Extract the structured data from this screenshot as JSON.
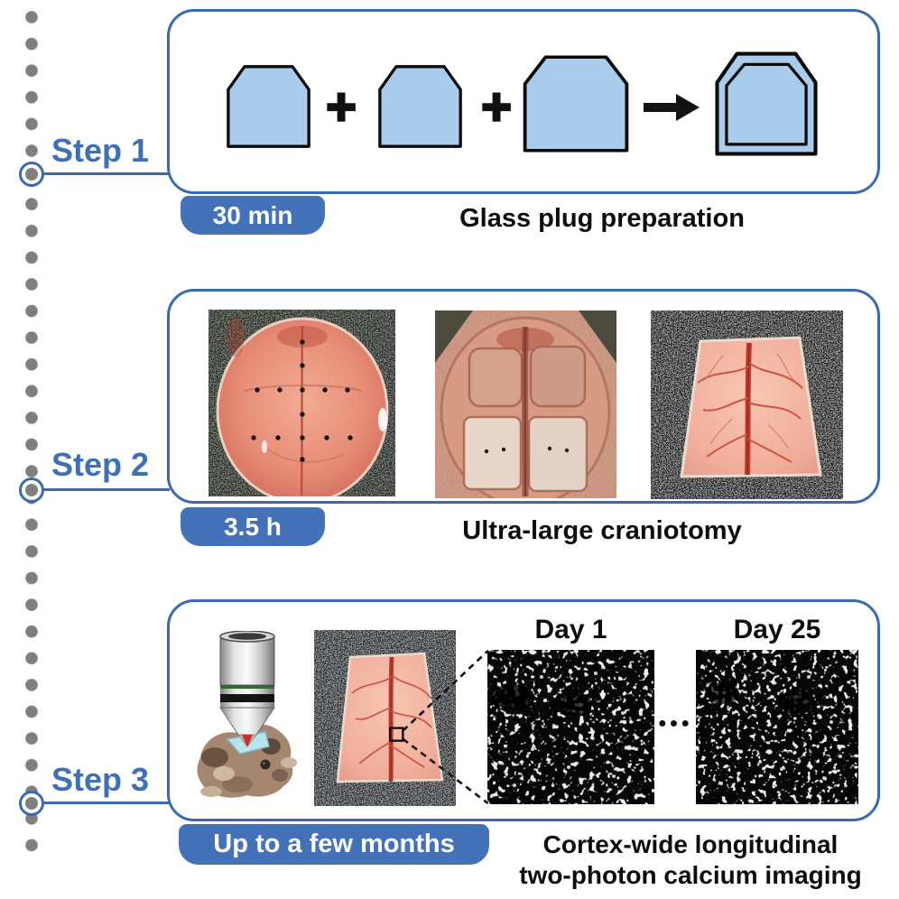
{
  "figure": {
    "kind": "three-step surgical protocol timeline",
    "colors": {
      "accent_blue": "#3a6ab0",
      "badge_blue": "#4472b8",
      "step_text_blue": "#3f6fb5",
      "timeline_dot_gray": "#7f7f7f",
      "glass_blue": "#a9cbec",
      "text_black": "#0d0d0d"
    }
  },
  "icons": {
    "plus": "+",
    "arrow_right": "black-block-arrow-right",
    "ellipsis": "●●●",
    "zoom_square": "black-outline-square-with-dashed-zoom-lines"
  },
  "steps": [
    {
      "label": "Step 1",
      "duration": "30 min",
      "title": "Glass plug preparation"
    },
    {
      "label": "Step 2",
      "duration": "3.5 h",
      "title": "Ultra-large craniotomy"
    },
    {
      "label": "Step 3",
      "duration": "Up to a few months",
      "title_line1": "Cortex-wide longitudinal",
      "title_line2": "two-photon calcium imaging"
    }
  ],
  "step3": {
    "day_labels": [
      "Day 1",
      "Day 25"
    ],
    "ellipsis": "●●●"
  }
}
